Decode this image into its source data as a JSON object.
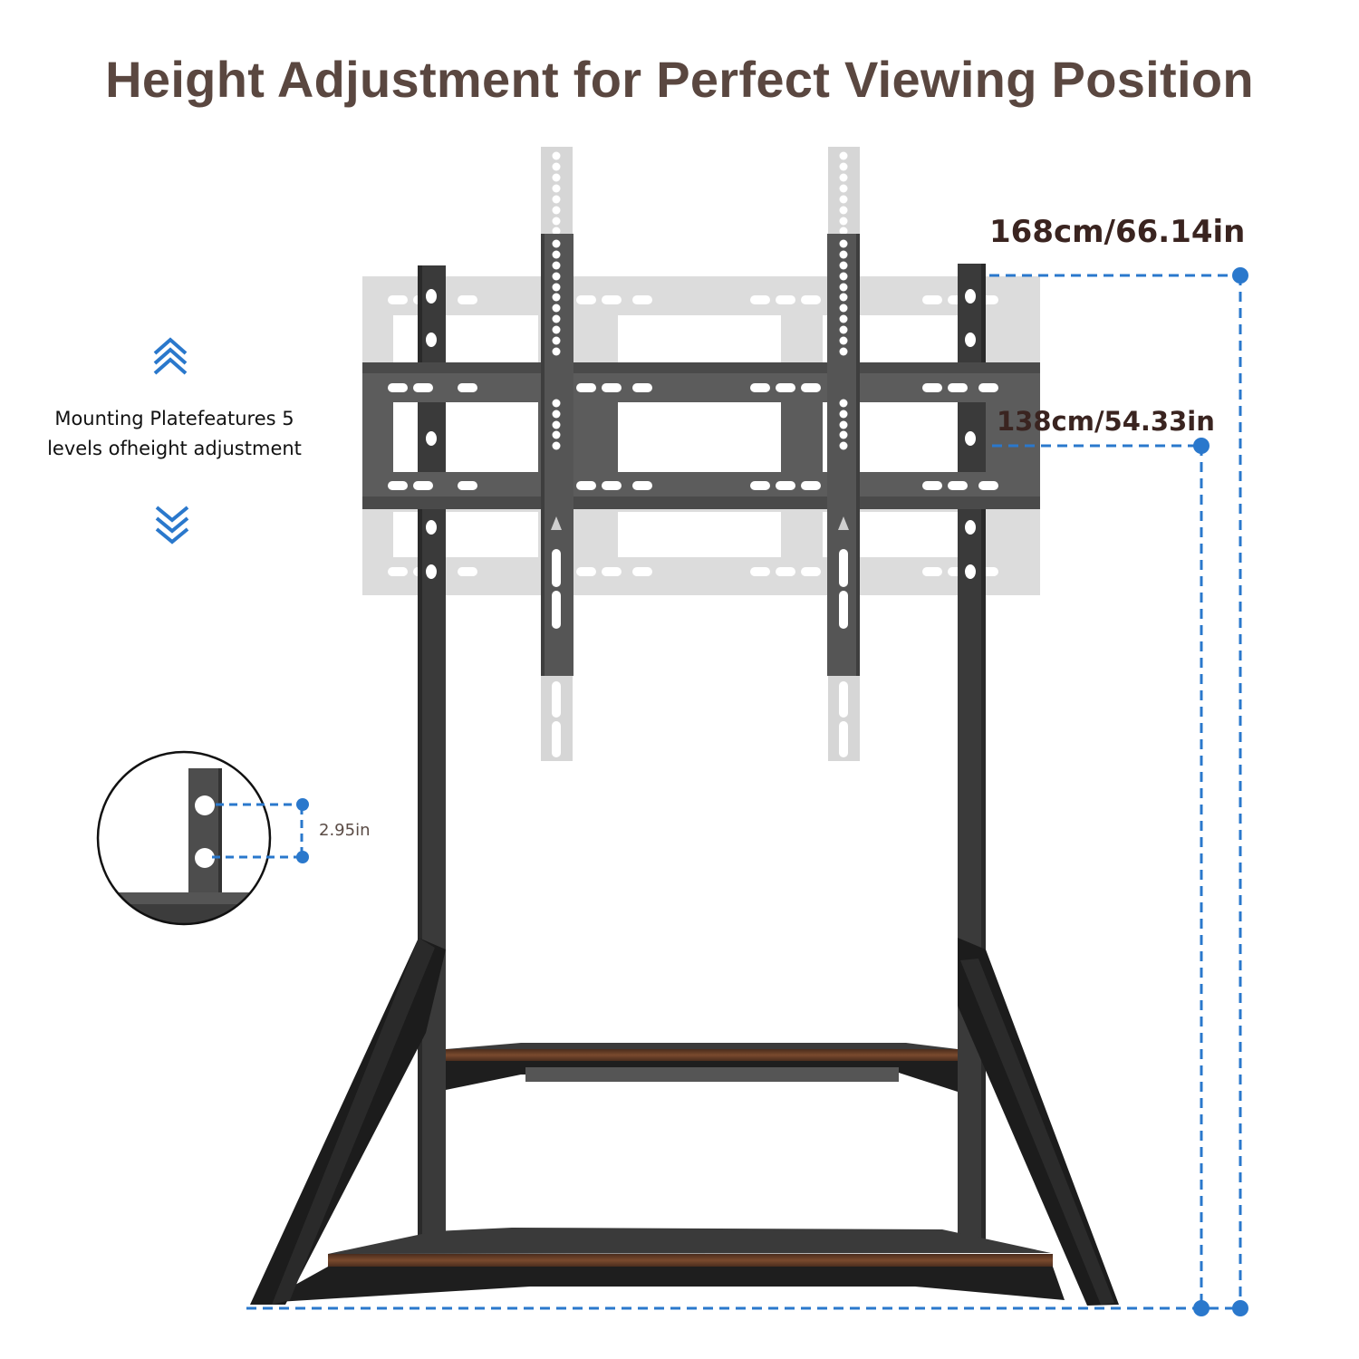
{
  "title": "Height Adjustment for Perfect Viewing Position",
  "side_note": {
    "line1": "Mounting Platefeatures 5",
    "line2": "levels ofheight adjustment",
    "up_icon": "double-chevron-up-icon",
    "down_icon": "double-chevron-down-icon"
  },
  "dimensions": {
    "max_height": "168cm/66.14in",
    "min_height": "138cm/54.33in",
    "hole_spacing": "2.95in"
  },
  "colors": {
    "title": "#5a4740",
    "dimension_text": "#3a2420",
    "accent_blue": "#2a78cc",
    "frame_dark": "#1f1f1f",
    "bracket_gray": "#5c5c5c",
    "ghost_gray": "#d9d9d9",
    "wood": "#5e3a26"
  }
}
